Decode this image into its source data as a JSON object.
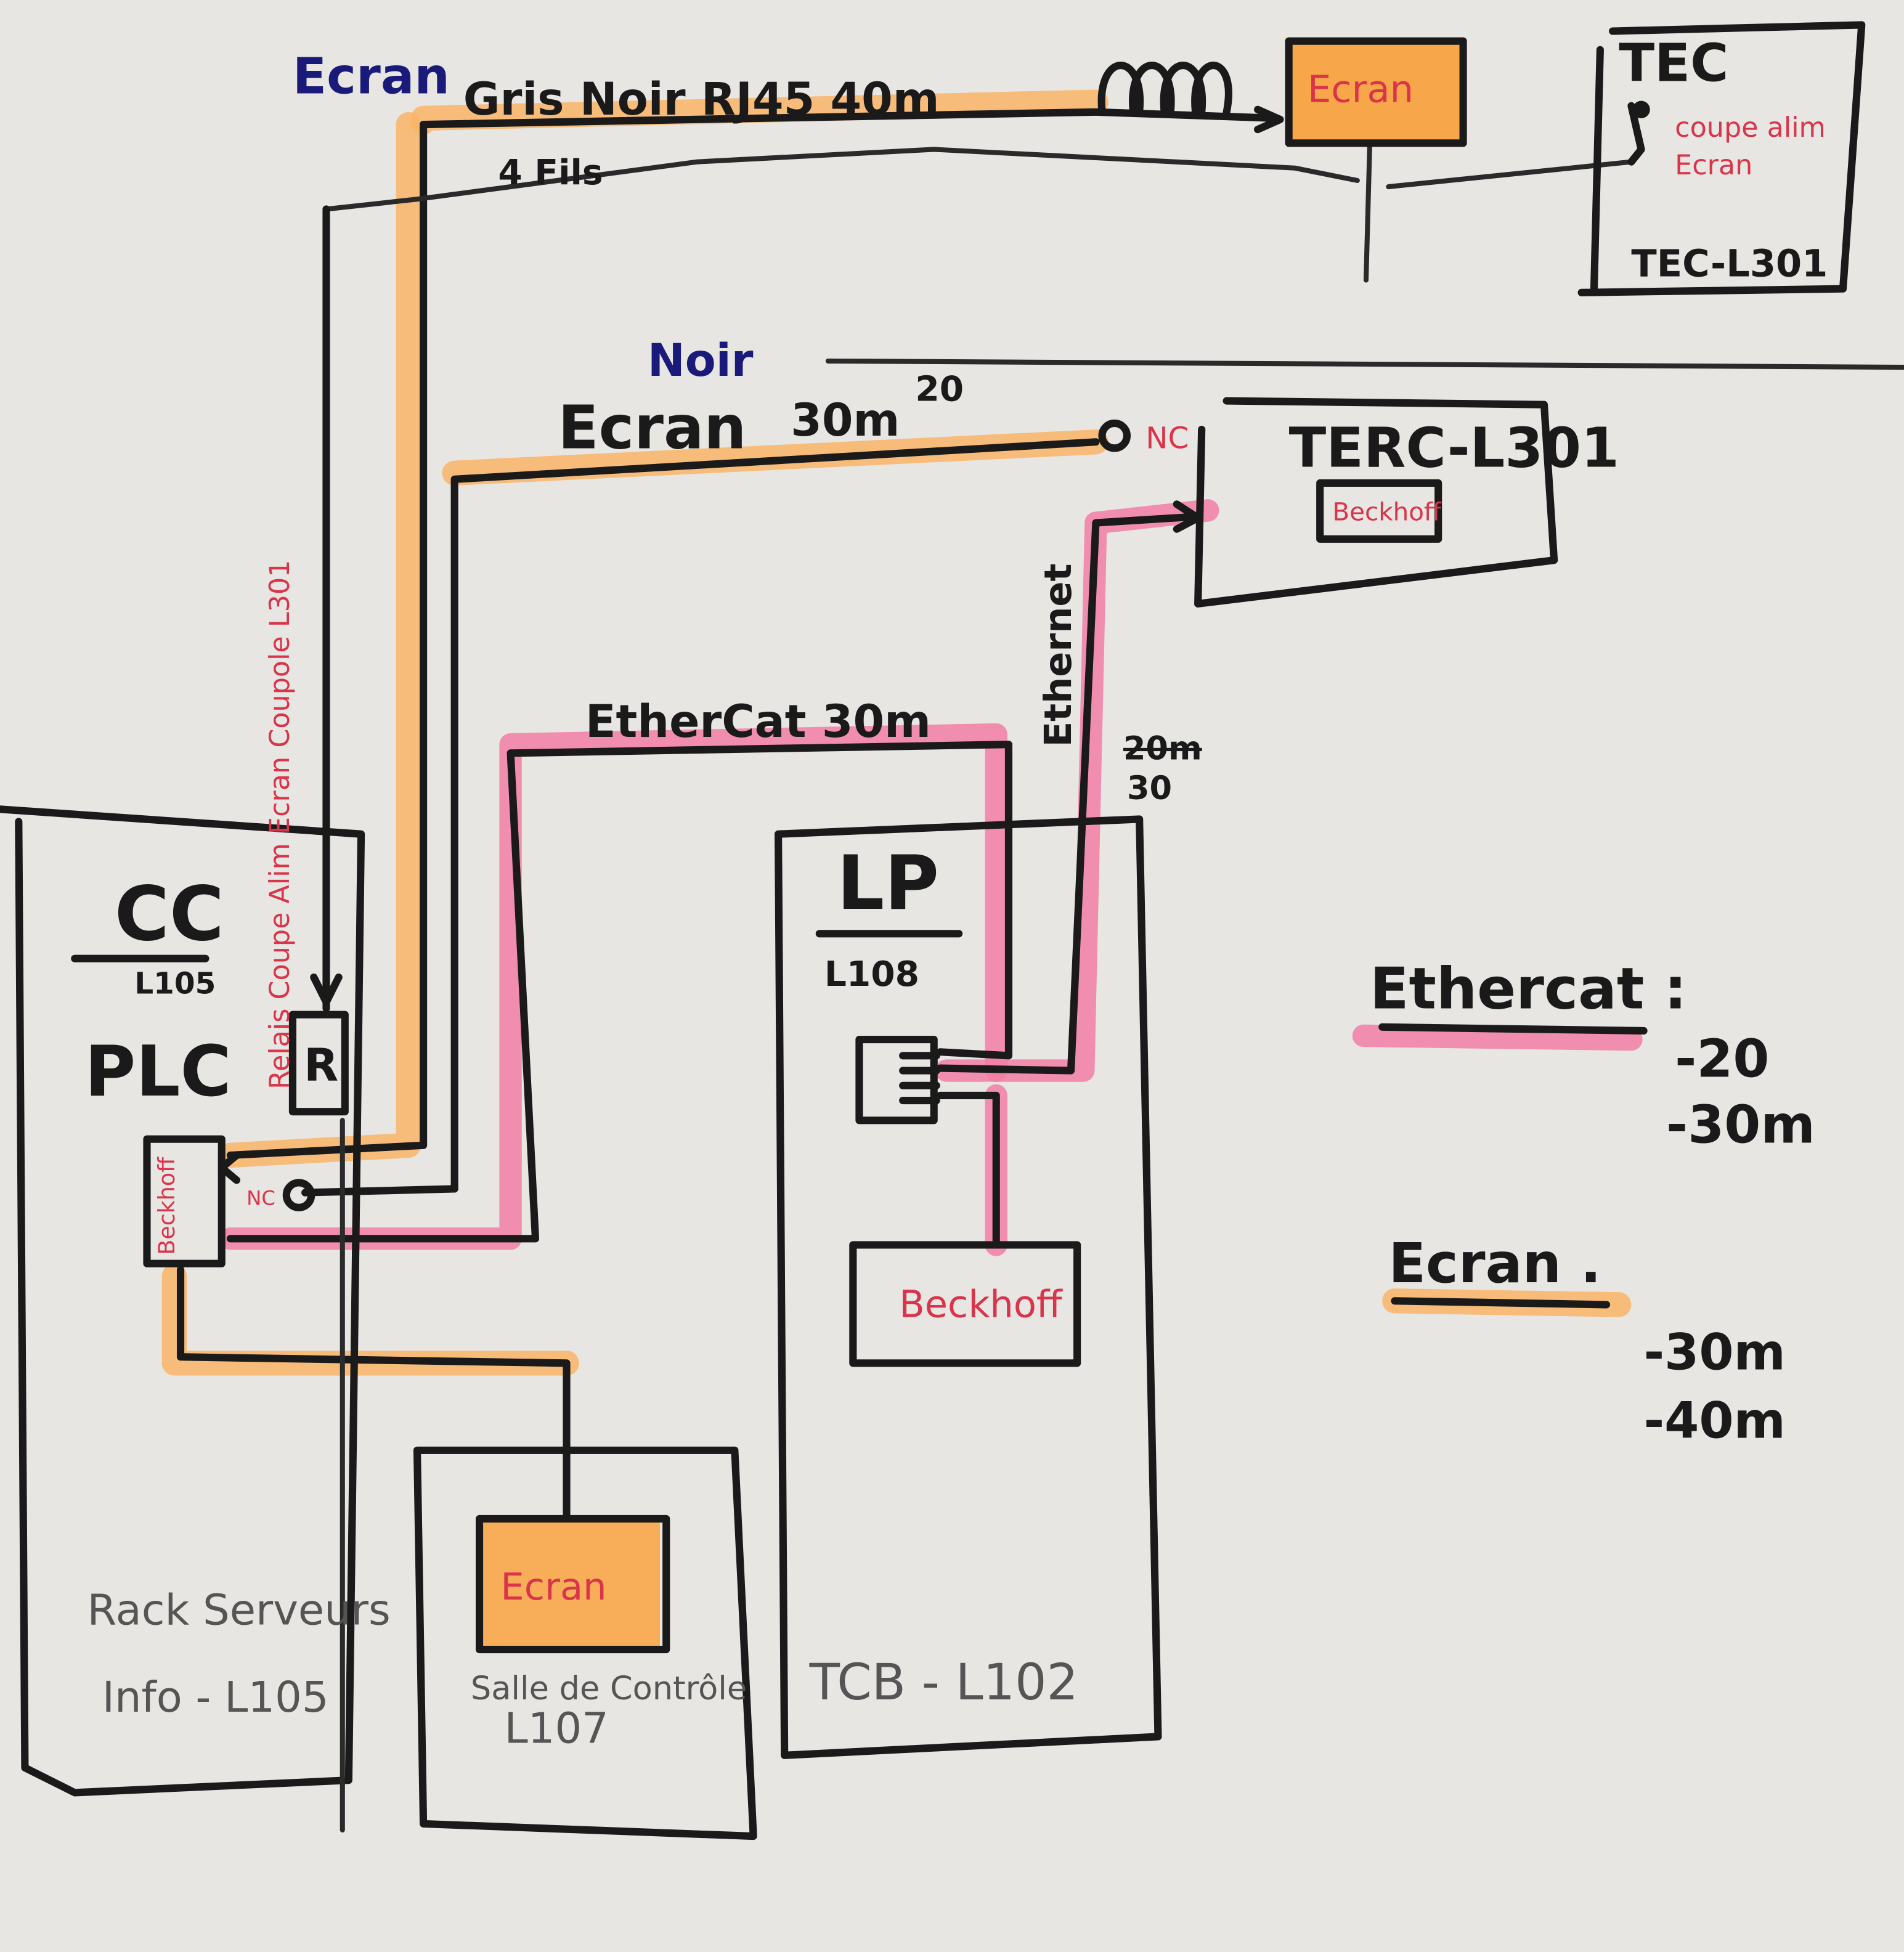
{
  "colors": {
    "ethercat": "#f27ea6",
    "ecran": "#f9b466",
    "ink": "#1b1a1a",
    "red_ink": "#d9344a",
    "blue_ink": "#1a1a7a"
  },
  "top_cable": {
    "label_blue": "Ecran",
    "label": "Gris Noir RJ45 40m",
    "screen": "Ecran",
    "wires": "4 Fils"
  },
  "tec": {
    "title": "TEC",
    "note_line1": "coupe alim",
    "note_line2": "Ecran",
    "name": "TEC-L301"
  },
  "mid_cable": {
    "color": "Noir",
    "label": "Ecran",
    "length": "30m",
    "length_alt": "20",
    "nc": "NC"
  },
  "terc": {
    "title": "TERC-L301",
    "device": "Beckhoff"
  },
  "ethernet": {
    "label": "Ethernet",
    "length_struck": "20m",
    "length": "30"
  },
  "ethercat_cable": {
    "label": "EtherCat 30m"
  },
  "cc": {
    "title": "CC",
    "room": "L105",
    "plc": "PLC",
    "relay": "R",
    "relay_note": "Relais Coupe Alim Ecran Coupole L301",
    "device": "Beckhoff",
    "nc": "NC"
  },
  "rack": {
    "line1": "Rack Serveurs",
    "line2": "Info - L105"
  },
  "control_room": {
    "screen": "Ecran",
    "line1": "Salle de Contrôle",
    "line2": "L107"
  },
  "lp": {
    "title": "LP",
    "room": "L108",
    "device": "Beckhoff",
    "cabinet": "TCB - L102"
  },
  "legend": {
    "ethercat_title": "Ethercat :",
    "ethercat_items": [
      "-20",
      "-30m"
    ],
    "ecran_title": "Ecran .",
    "ecran_items": [
      "-30m",
      "-40m"
    ]
  }
}
